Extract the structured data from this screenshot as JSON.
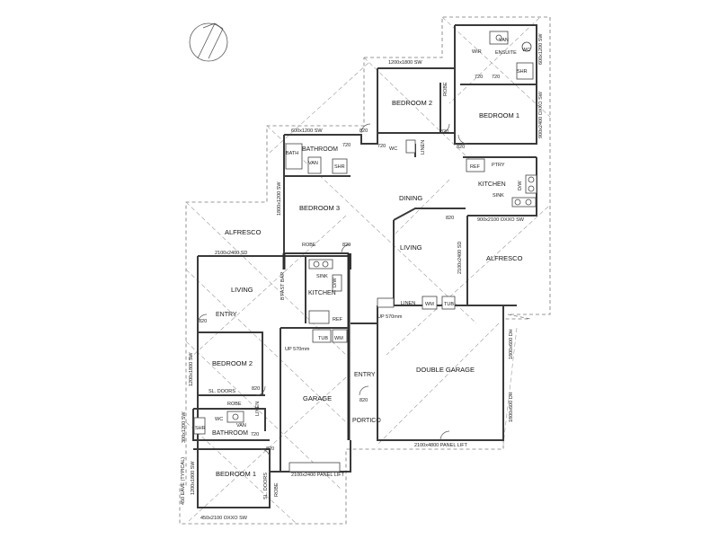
{
  "plan": {
    "left_unit": {
      "alfresco": "ALFRESCO",
      "alfresco_door": "2100x2400 SD",
      "living": "LIVING",
      "bfast_bar": "B'FAST BAR",
      "kitchen": "KITCHEN",
      "sink": "SINK",
      "dw": "D/W",
      "entry": "ENTRY",
      "entry_door": "820",
      "ref": "REF",
      "bedroom2": "BEDROOM 2",
      "bedroom2_window": "1200x1800 SW",
      "bedroom2_door": "820",
      "sl_doors": "SL. DOORS",
      "robe": "ROBE",
      "linen": "LINEN",
      "bathroom": "BATHROOM",
      "shr": "SHR",
      "wc": "WC",
      "van": "VAN",
      "wc_door": "720",
      "bath_window": "300x1200 SW",
      "bedroom1": "BEDROOM 1",
      "bedroom1_window": "1200x1800 SW",
      "bedroom1_door": "820",
      "eave": "450 EAVE (TYPICAL)",
      "sl_doors_2": "SL. DOORS",
      "robe_2": "ROBE",
      "bottom_window": "450x2100 OXXO SW",
      "garage": "GARAGE",
      "garage_door": "2100x2400 PANEL LIFT",
      "up_step": "UP 570mm",
      "tub": "TUB",
      "wm": "WM",
      "entry2": "ENTRY",
      "entry2_door": "820",
      "portico": "PORTICO"
    },
    "right_unit": {
      "ensuite": "ENSUITE",
      "van": "VAN",
      "wc": "WC",
      "wir": "WIR",
      "shr": "SHR",
      "ensuite_door_1": "720",
      "ensuite_door_2": "720",
      "ensuite_window": "600x1200 SW",
      "bedroom1": "BEDROOM 1",
      "bedroom1_window": "900x2400 OXXO SW",
      "bedroom1_door": "820",
      "bedroom2": "BEDROOM 2",
      "bedroom2_window": "1200x1800 SW",
      "bedroom2_door": "820",
      "robe": "ROBE",
      "linen": "LINEN",
      "wc2": "WC",
      "wc2_door": "720",
      "bathroom": "BATHROOM",
      "bathroom_window": "600x1200 SW",
      "bathroom_door": "820",
      "bathroom_door_2": "720",
      "bath": "BATH",
      "van2": "VAN",
      "shr2": "SHR",
      "bedroom3": "BEDROOM 3",
      "bedroom3_window": "1800x1200 SW",
      "bedroom3_door": "820",
      "robe2": "ROBE",
      "dining": "DINING",
      "dining_door": "820",
      "kitchen": "KITCHEN",
      "ref": "REF",
      "ptry": "PTRY",
      "sink": "SINK",
      "dw": "D/W",
      "kitchen_window": "900x2100 OXXO SW",
      "living": "LIVING",
      "alfresco": "ALFRESCO",
      "alfresco_door": "2100x2400 SD",
      "linen2": "LINEN",
      "wm": "WM",
      "tub": "TUB",
      "up_step": "UP 570mm",
      "double_garage": "DOUBLE GARAGE",
      "garage_window_1": "1800x600 DH",
      "garage_window_2": "1800x600 DH",
      "garage_door": "2100x4800 PANEL LIFT"
    }
  }
}
